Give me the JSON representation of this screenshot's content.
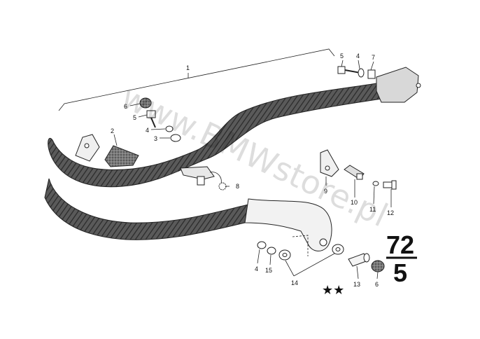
{
  "diagram": {
    "group_main": "72",
    "group_sub": "5",
    "watermark": "www.BMWstore.pl",
    "marking": "★★",
    "callouts": {
      "c1": "1",
      "c2": "2",
      "c3": "3",
      "c4a": "4",
      "c4b": "4",
      "c4c": "4",
      "c5a": "5",
      "c5b": "5",
      "c6a": "6",
      "c6b": "6",
      "c7": "7",
      "c8": "8",
      "c9": "9",
      "c10": "10",
      "c11": "11",
      "c12": "12",
      "c13": "13",
      "c14": "14",
      "c15": "15"
    }
  }
}
